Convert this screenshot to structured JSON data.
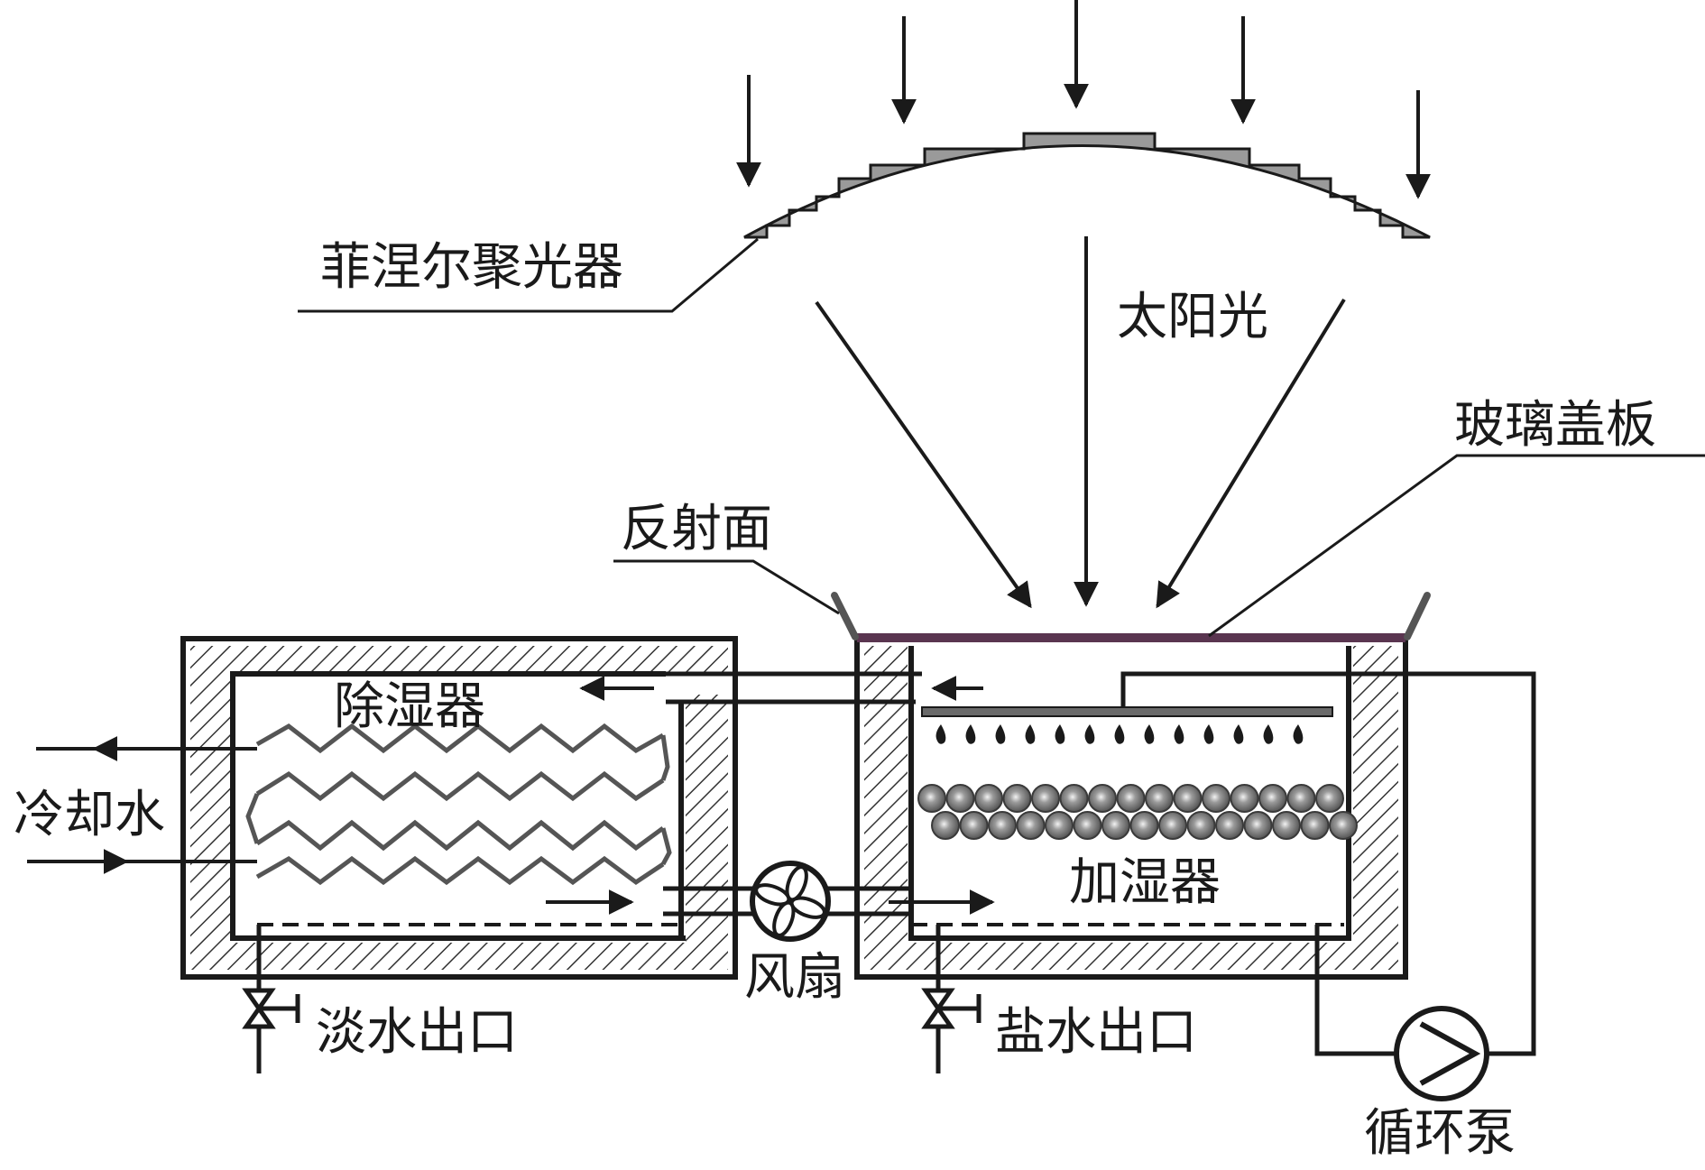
{
  "labels": {
    "fresnel": "菲涅尔聚光器",
    "sunlight": "太阳光",
    "glass_cover": "玻璃盖板",
    "reflector": "反射面",
    "dehumidifier": "除湿器",
    "cooling_water": "冷却水",
    "humidifier": "加湿器",
    "fan": "风扇",
    "fresh_outlet": "淡水出口",
    "brine_outlet": "盐水出口",
    "pump": "循环泵"
  },
  "colors": {
    "line": "#1a1a1a",
    "hatch": "#333333",
    "lens_fill": "#9a9a9a",
    "glass": "#5a3550",
    "packing": "#6a6a6a"
  },
  "icons": [
    "fan-icon",
    "pump-icon",
    "valve-icon"
  ]
}
